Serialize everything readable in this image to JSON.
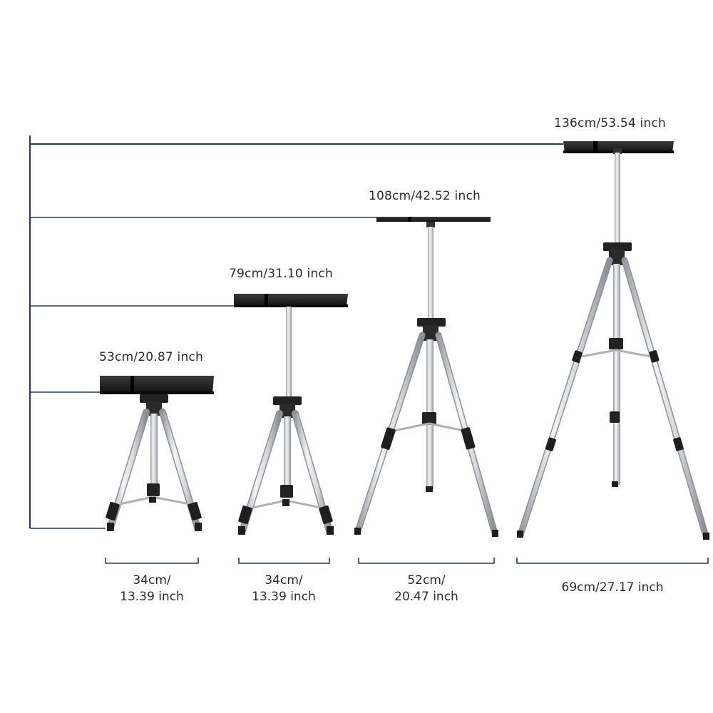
{
  "colors": {
    "guide_line": "#1f3b57",
    "leg_silver": "#d4d6d9",
    "leg_edge": "#8d9096",
    "tray": "#1a1a1a",
    "clamp": "#222222",
    "text": "#2b2b2b"
  },
  "icons": [
    "tripod-stand-icon"
  ],
  "stands": [
    {
      "height_label": "53cm/20.87 inch",
      "width_line1": "34cm/",
      "width_line2": "13.39 inch"
    },
    {
      "height_label": "79cm/31.10 inch",
      "width_line1": "34cm/",
      "width_line2": "13.39 inch"
    },
    {
      "height_label": "108cm/42.52 inch",
      "width_line1": "52cm/",
      "width_line2": "20.47 inch"
    },
    {
      "height_label": "136cm/53.54 inch",
      "width_line1": "69cm/27.17 inch",
      "width_line2": ""
    }
  ]
}
